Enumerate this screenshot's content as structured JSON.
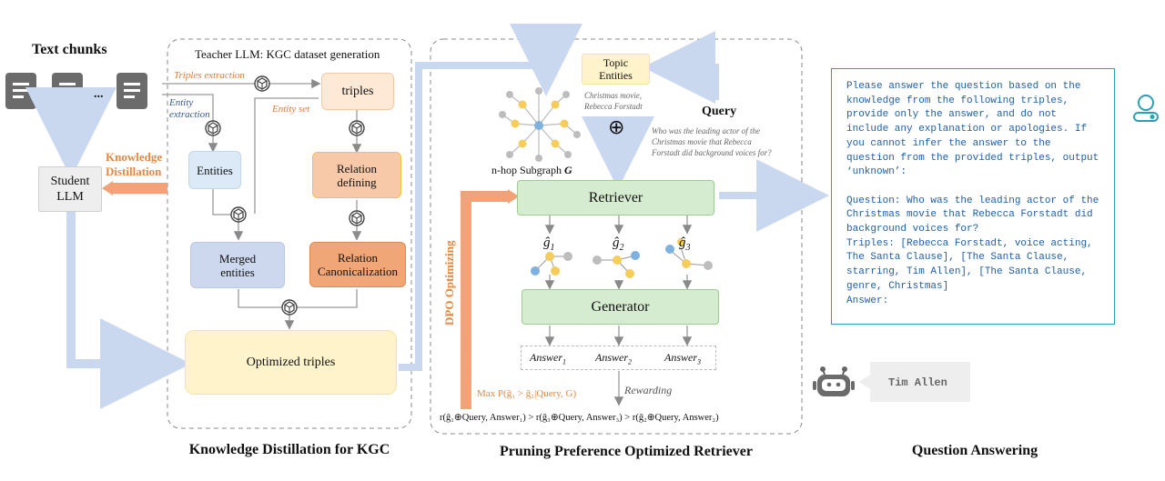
{
  "left": {
    "text_chunks_title": "Text chunks",
    "dots": "...",
    "student_llm": "Student\nLLM",
    "knowledge_distillation": "Knowledge\nDistillation"
  },
  "panel1": {
    "header": "Teacher LLM: KGC dataset  generation",
    "triples_extraction": "Triples extraction",
    "entity_extraction": "Entity\nextraction",
    "entity_set": "Entity set",
    "triples": "triples",
    "entities": "Entities",
    "relation_defining": "Relation\ndefining",
    "merged_entities": "Merged\nentities",
    "relation_canonicalization": "Relation\nCanonicalization",
    "optimized_triples": "Optimized triples",
    "caption": "Knowledge Distillation for KGC"
  },
  "panel2": {
    "topic_entities": "Topic\nEntities",
    "topic_entities_value": "Christmas movie,\nRebecca Forstadt",
    "query_label": "Query",
    "query_text": "Who was the leading actor of the\nChristmas movie that Rebecca\nForstadt did background voices for?",
    "oplus": "⊕",
    "subgraph": "n-hop Subgraph",
    "subgraph_symbol": "G",
    "retriever": "Retriever",
    "g1": "ĝ",
    "g1_sub": "1",
    "g2": "ĝ",
    "g2_sub": "2",
    "g3": "ĝ",
    "g3_sub": "3",
    "generator": "Generator",
    "answer_word": "Answer",
    "a1_sub": "1",
    "a2_sub": "2",
    "a3_sub": "3",
    "dpo": "DPO Optimizing",
    "max_p": "Max P(ĝ₁ > ĝ₂|Query, G)",
    "rewarding": "Rewarding",
    "reward_order": "r(ĝ₁⊕Query, Answer₁) > r(ĝ₃⊕Query, Answer₃) > r(ĝ₂⊕Query, Answer₂)",
    "caption": "Pruning Preference Optimized Retriever"
  },
  "panel3": {
    "prompt": "Please answer the question based on the knowledge from the following triples, provide only the answer, and do not include any explanation or apologies. If you cannot infer the answer to the question from the provided triples, output ‘unknown’:\n\nQuestion: Who was the leading actor of the Christmas movie that Rebecca Forstadt did background voices for?\nTriples: [Rebecca Forstadt, voice acting, The Santa Clause], [The Santa Clause, starring, Tim Allen], [The Santa Clause, genre, Christmas]\nAnswer:",
    "answer": "Tim Allen",
    "caption": "Question Answering"
  },
  "colors": {
    "accent_orange": "#e8873f",
    "box_green": "#d6ecd0",
    "box_yellow": "#fff3cc",
    "arrow_blue": "#c9d8ee",
    "prompt_blue": "#1f5fa8"
  }
}
